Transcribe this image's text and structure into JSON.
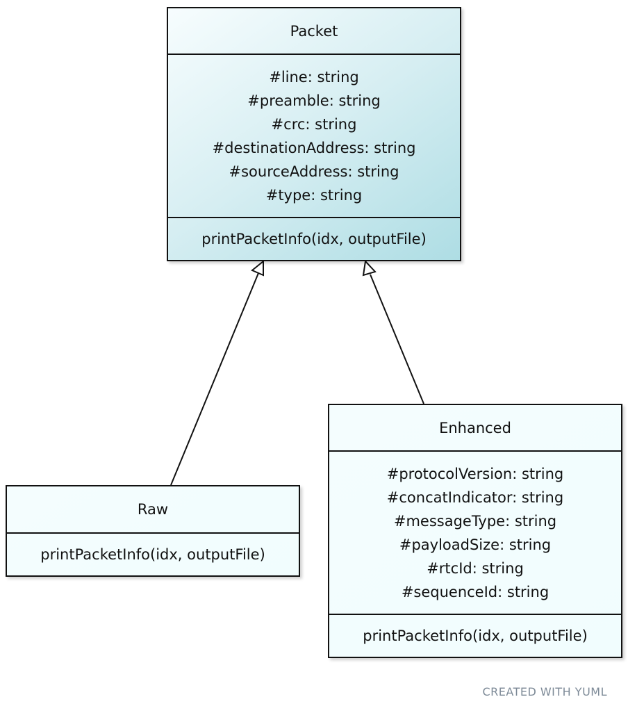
{
  "classes": {
    "packet": {
      "name": "Packet",
      "attributes": [
        "#line: string",
        "#preamble: string",
        "#crc: string",
        "#destinationAddress: string",
        "#sourceAddress: string",
        "#type: string"
      ],
      "methods": [
        "printPacketInfo(idx, outputFile)"
      ]
    },
    "raw": {
      "name": "Raw",
      "methods": [
        "printPacketInfo(idx, outputFile)"
      ]
    },
    "enhanced": {
      "name": "Enhanced",
      "attributes": [
        "#protocolVersion: string",
        "#concatIndicator: string",
        "#messageType: string",
        "#payloadSize: string",
        "#rtcId: string",
        "#sequenceId: string"
      ],
      "methods": [
        "printPacketInfo(idx, outputFile)"
      ]
    }
  },
  "relations": [
    {
      "from": "Raw",
      "to": "Packet",
      "type": "inheritance"
    },
    {
      "from": "Enhanced",
      "to": "Packet",
      "type": "inheritance"
    }
  ],
  "colors": {
    "packet_fill": "#aedde4",
    "subclass_fill": "#f1fdfe",
    "stroke": "#111111",
    "footer": "#7d8a97"
  },
  "footer": "CREATED WITH YUML"
}
